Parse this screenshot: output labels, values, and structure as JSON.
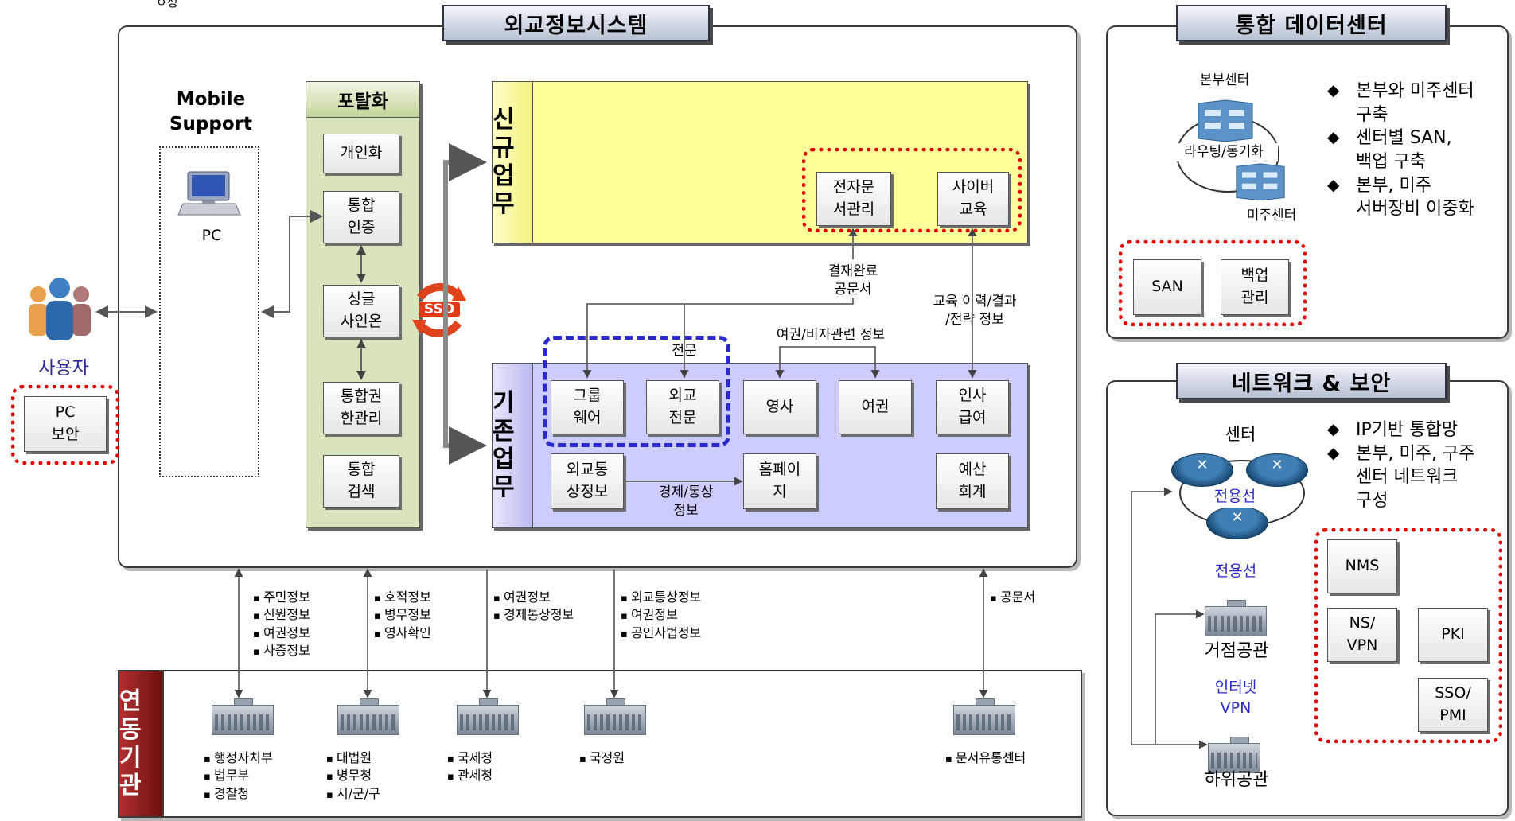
{
  "header_fragment": "ㅇ정",
  "main": {
    "title": "외교정보시스템",
    "mobile_support": "Mobile\nSupport",
    "pc_label": "PC",
    "portal": {
      "title": "포탈화",
      "items": [
        "개인화",
        "통합\n인증",
        "싱글\n사인온",
        "통합권\n한관리",
        "통합\n검색"
      ]
    },
    "sso_label": "SSO",
    "new_work": {
      "label": "신\n규\n업\n무",
      "items": [
        "전자문\n서관리",
        "사이버\n교육"
      ]
    },
    "existing_work": {
      "label": "기\n존\n업\n무",
      "group_label": "전문",
      "items": [
        "그룹\n웨어",
        "외교\n전문",
        "영사",
        "여권",
        "인사\n급여",
        "외교통\n상정보",
        "홈페이\n지",
        "예산\n회계"
      ]
    },
    "flows": {
      "approval": "결재완료\n공문서",
      "education": "교육 이력/결과\n/전략 정보",
      "passport": "여권/비자관련 정보",
      "economy": "경제/통상\n정보"
    }
  },
  "user": {
    "label": "사용자",
    "pc_security": "PC\n보안"
  },
  "exchanges": [
    [
      "주민정보",
      "신원정보",
      "여권정보",
      "사증정보"
    ],
    [
      "호적정보",
      "병무정보",
      "영사확인"
    ],
    [
      "여권정보",
      "경제통상정보"
    ],
    [
      "외교통상정보",
      "여권정보",
      "공인사법정보"
    ],
    [
      "공문서"
    ]
  ],
  "agencies": {
    "label": "연\n동\n기\n관",
    "groups": [
      [
        "행정자치부",
        "법무부",
        "경찰청"
      ],
      [
        "대법원",
        "병무청",
        "시/군/구"
      ],
      [
        "국세청",
        "관세청"
      ],
      [
        "국정원"
      ],
      [
        "문서유통센터"
      ]
    ]
  },
  "data_center": {
    "title": "통합 데이터센터",
    "hq_center": "본부센터",
    "routing": "라우팅/동기화",
    "us_center": "미주센터",
    "bullets": [
      "본부와 미주센터\n구축",
      "센터별 SAN,\n백업 구축",
      "본부, 미주\n서버장비 이중화"
    ],
    "boxes": [
      "SAN",
      "백업\n관리"
    ]
  },
  "network": {
    "title": "네트워크 & 보안",
    "center": "센터",
    "leased_line_inner": "전용선",
    "leased_line": "전용선",
    "hub_office": "거점공관",
    "internet_vpn": "인터넷\nVPN",
    "sub_office": "하위공관",
    "bullets": [
      "IP기반 통합망",
      "본부, 미주, 구주\n센터 네트워크\n구성"
    ],
    "security_boxes": [
      "NMS",
      "NS/\nVPN",
      "PKI",
      "SSO/\nPMI"
    ]
  },
  "colors": {
    "new_work_bg": "#ffff99",
    "existing_work_bg": "#ccccff",
    "portal_bg": "#d8e4bc",
    "agency_bar": "#8b1a1a",
    "red_dotted": "#e00000",
    "blue_dashdot": "#2a2ad0"
  }
}
